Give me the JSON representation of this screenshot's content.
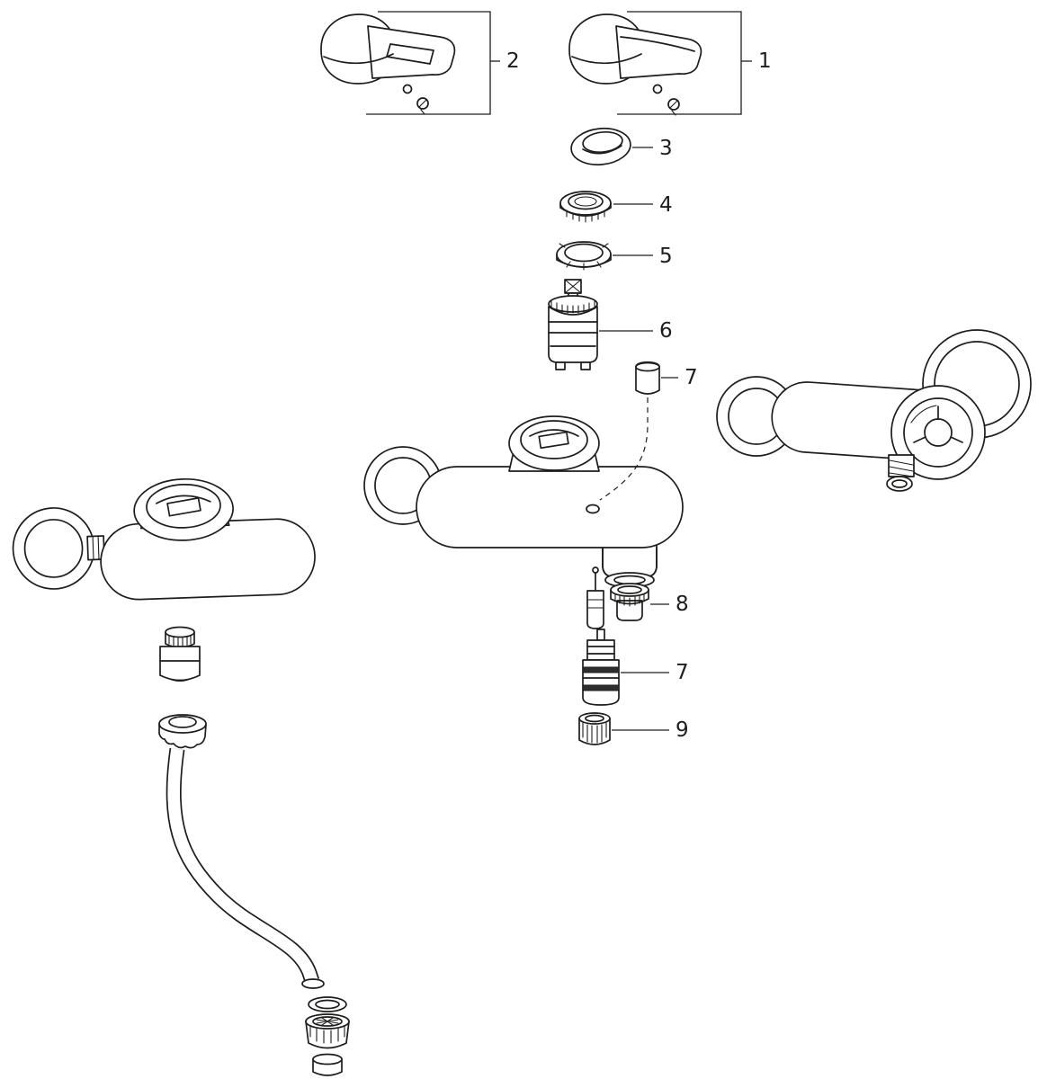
{
  "diagram": {
    "callouts": [
      {
        "label": "2",
        "target": "open-loop-lever-handle"
      },
      {
        "label": "1",
        "target": "solid-lever-handle"
      },
      {
        "label": "3",
        "target": "escutcheon-ring"
      },
      {
        "label": "4",
        "target": "locking-ring"
      },
      {
        "label": "5",
        "target": "adapter-ring"
      },
      {
        "label": "6",
        "target": "cartridge"
      },
      {
        "label": "7",
        "target": "plug"
      },
      {
        "label": "8",
        "target": "aerator"
      },
      {
        "label": "7",
        "target": "diverter-cartridge"
      },
      {
        "label": "9",
        "target": "check-valve"
      }
    ]
  },
  "colors": {
    "line": "#1d1d1b",
    "background": "#ffffff"
  }
}
